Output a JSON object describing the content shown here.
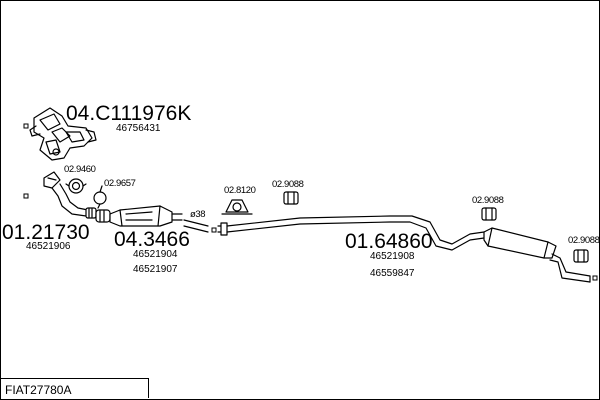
{
  "parts": [
    {
      "code": "04.C111976K",
      "numbers": [
        "46756431"
      ]
    },
    {
      "code": "01.21730",
      "numbers": [
        "46521906"
      ]
    },
    {
      "code": "04.3466",
      "numbers": [
        "46521904",
        "46521907"
      ]
    },
    {
      "code": "01.64860",
      "numbers": [
        "46521908",
        "46559847"
      ]
    }
  ],
  "fittings": [
    "02.9460",
    "02.9657",
    "02.8120",
    "02.9088",
    "02.9088",
    "02.9088"
  ],
  "pipe_diameter": "ø38",
  "reference": "FIAT27780A"
}
